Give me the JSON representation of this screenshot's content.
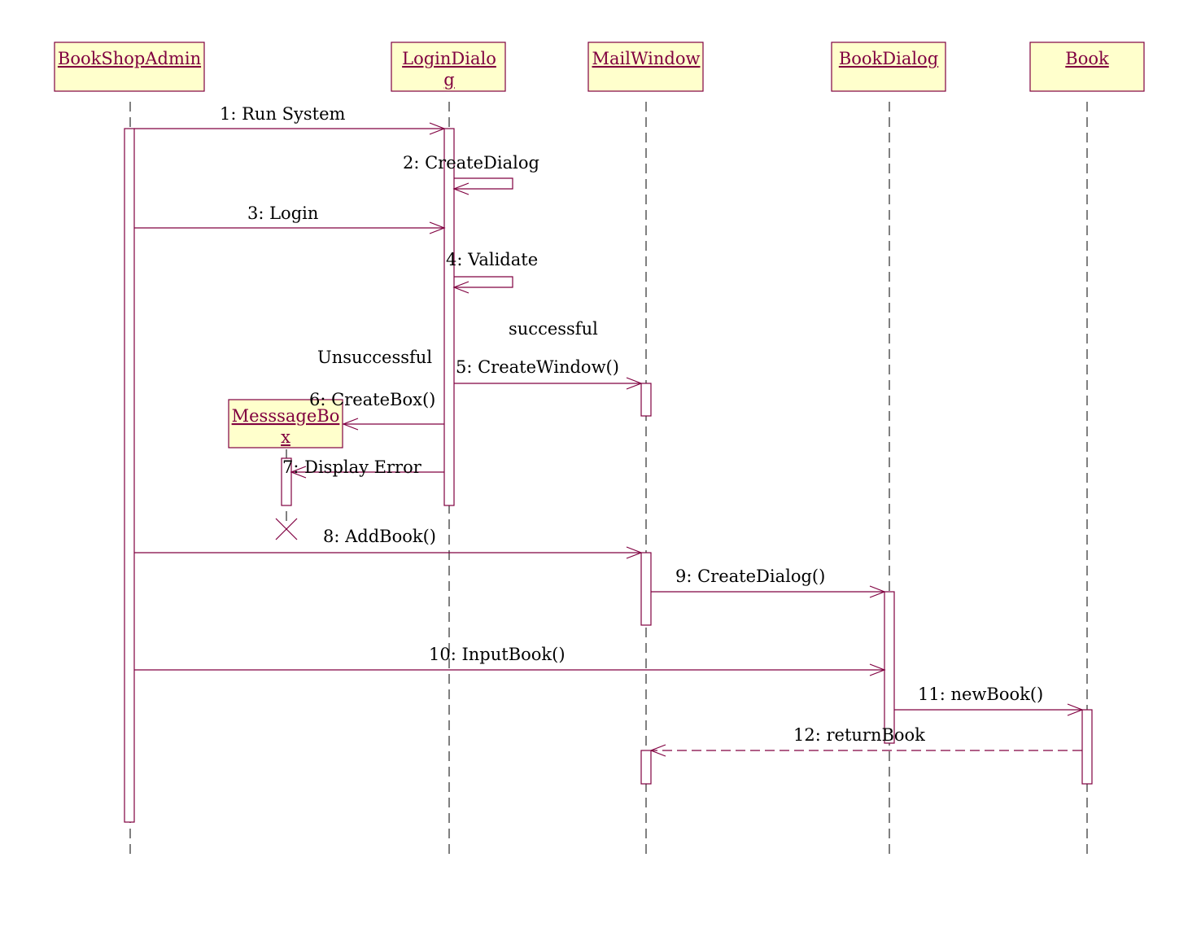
{
  "participants": {
    "admin": {
      "name": "BookShopAdmin"
    },
    "login": {
      "name_line1": "LoginDialo",
      "name_line2": "g"
    },
    "mail": {
      "name": "MailWindow"
    },
    "bookdialog": {
      "name": "BookDialog"
    },
    "book": {
      "name": "Book"
    },
    "msgbox": {
      "name_line1": "MesssageBo",
      "name_line2": "x"
    }
  },
  "messages": {
    "m1": "1: Run System",
    "m2": "2: CreateDialog",
    "m3": "3: Login",
    "m4": "4: Validate",
    "m5": "5: CreateWindow()",
    "m6": "6: CreateBox()",
    "m7": "7: Display Error",
    "m8": "8: AddBook()",
    "m9": "9: CreateDialog()",
    "m10": "10: InputBook()",
    "m11": "11: newBook()",
    "m12": "12: returnBook"
  },
  "guards": {
    "successful": "successful",
    "unsuccessful": "Unsuccessful"
  },
  "colors": {
    "stroke": "#800040",
    "object_fill": "#ffffcc",
    "text": "#000000"
  }
}
